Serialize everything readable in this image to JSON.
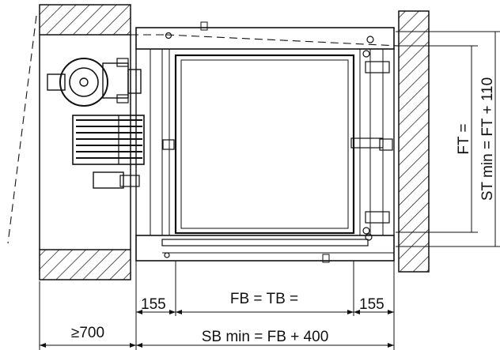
{
  "labels": {
    "car_depth": "FT =",
    "shaft_depth": "ST min = FT + 110",
    "car_door_width": "FB = TB =",
    "left_offset": "155",
    "right_offset": "155",
    "machine_room_width": "≥700",
    "shaft_width": "SB min = FB + 400"
  }
}
